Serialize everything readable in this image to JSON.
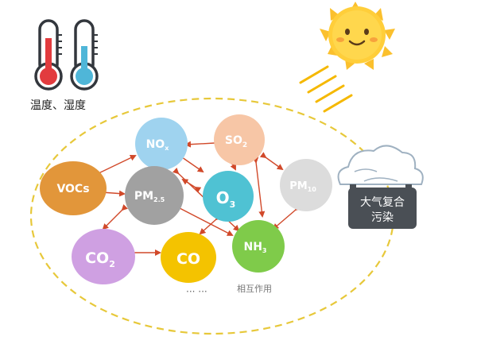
{
  "thermometers_label": "温度、湿度",
  "pollution_label_line1": "大气复合",
  "pollution_label_line2": "污染",
  "interaction_label": "相互作用",
  "ellipsis": "··· ···",
  "nodes": {
    "no": {
      "text": "NO",
      "sub": "x",
      "color": "#9fd3ef"
    },
    "so2": {
      "text": "SO",
      "sub": "2",
      "color": "#f7c6a6"
    },
    "vocs": {
      "text": "VOCs",
      "sub": "",
      "color": "#e2963a"
    },
    "pm25": {
      "text": "PM",
      "sub": "2.5",
      "color": "#a1a1a1"
    },
    "o3": {
      "text": "O",
      "sub": "3",
      "color": "#4fc2d3"
    },
    "pm10": {
      "text": "PM",
      "sub": "10",
      "color": "#dcdcdc"
    },
    "co2": {
      "text": "CO",
      "sub": "2",
      "color": "#cfa0e2"
    },
    "co": {
      "text": "CO",
      "sub": "",
      "color": "#f4c300"
    },
    "nh3": {
      "text": "NH",
      "sub": "3",
      "color": "#7fcb4a"
    }
  },
  "colors": {
    "ellipse": "#e7c83a",
    "arrow": "#d1492a",
    "sun": "#fbc02d",
    "sun_rays": "#f5b800",
    "cloud_body": "#ffffff",
    "cloud_outline": "#9fb1c1",
    "factory": "#4a4f55"
  }
}
